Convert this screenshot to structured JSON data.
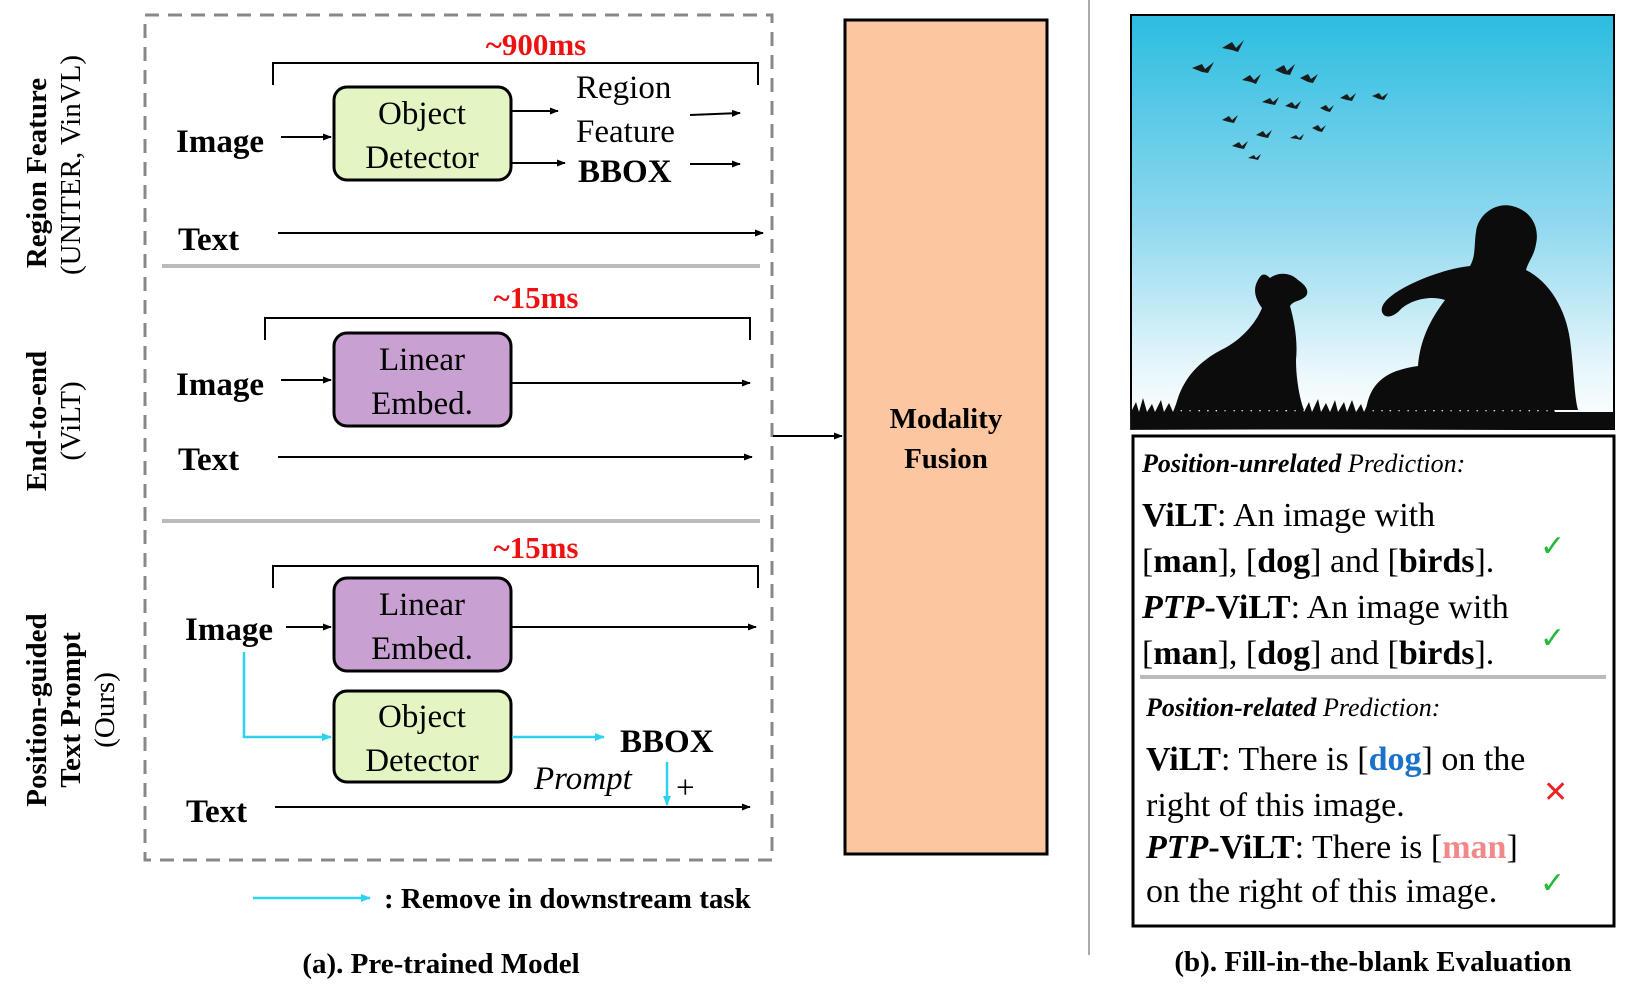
{
  "left_panel": {
    "caption": "(a). Pre-trained Model",
    "legend_label": ": Remove in downstream task",
    "sections": [
      {
        "title": "Region Feature",
        "subtitle": "(UNITER, VinVL)",
        "timing": "~900ms",
        "image_label": "Image",
        "text_label": "Text",
        "box_line1": "Object",
        "box_line2": "Detector",
        "out1_line1": "Region",
        "out1_line2": "Feature",
        "out2": "BBOX"
      },
      {
        "title": "End-to-end",
        "subtitle": "(ViLT)",
        "timing": "~15ms",
        "image_label": "Image",
        "text_label": "Text",
        "box_line1": "Linear",
        "box_line2": "Embed."
      },
      {
        "title_line1": "Position-guided",
        "title_line2": "Text Prompt",
        "subtitle": "(Ours)",
        "timing": "~15ms",
        "image_label": "Image",
        "text_label": "Text",
        "box1_line1": "Linear",
        "box1_line2": "Embed.",
        "box2_line1": "Object",
        "box2_line2": "Detector",
        "bbox_label": "BBOX",
        "prompt_label": "Prompt",
        "plus_label": "+"
      }
    ],
    "fusion_line1": "Modality",
    "fusion_line2": "Fusion"
  },
  "right_panel": {
    "caption": "(b). Fill-in-the-blank  Evaluation",
    "unrelated": {
      "heading_bold": "Position-unrelated",
      "heading_rest": " Prediction:",
      "vilt_model": "ViLT",
      "vilt_l1_rest": ": An image with",
      "ptp_model_a": "PTP",
      "ptp_model_b": "-ViLT",
      "ptp_l1_rest": ": An image with",
      "l2_a": "[",
      "w_man": "man",
      "l2_b": "], [",
      "w_dog": "dog",
      "l2_c": "] and [",
      "w_birds": "birds",
      "l2_d": "].",
      "check": "✓"
    },
    "related": {
      "heading_bold": "Position-related",
      "heading_rest": " Prediction:",
      "vilt_model": "ViLT",
      "vilt_l1_a": ": There is [",
      "vilt_word": "dog",
      "vilt_l1_b": "] on the",
      "vilt_l2": "right of this image.",
      "cross": "✕",
      "ptp_model_a": "PTP",
      "ptp_model_b": "-ViLT",
      "ptp_l1_a": ": There is [",
      "ptp_word": "man",
      "ptp_l1_b": "]",
      "ptp_l2": "on the right of this image.",
      "check": "✓"
    }
  },
  "colors": {
    "timing_red": "#ee1111",
    "detector_fill": "#e3f5c2",
    "embed_fill": "#c8a0d2",
    "fusion_fill": "#fcc6a0",
    "cyan_arrow": "#2bd3ee",
    "blue_word": "#1a73c8",
    "pink_word": "#f2888a",
    "check_green": "#25b83a",
    "cross_red": "#ee2222"
  }
}
